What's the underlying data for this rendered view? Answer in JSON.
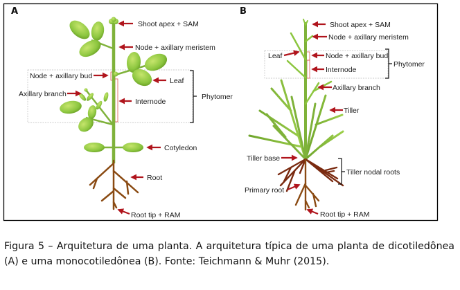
{
  "figure": {
    "panels": [
      {
        "letter": "A",
        "type": "dicot",
        "labels": {
          "shoot_apex": "Shoot apex + SAM",
          "node_meristem": "Node + axillary meristem",
          "node_bud": "Node + axillary bud",
          "leaf": "Leaf",
          "axillary_branch": "Axillary branch",
          "internode": "Internode",
          "phytomer": "Phytomer",
          "cotyledon": "Cotyledon",
          "root": "Root",
          "root_tip": "Root tip + RAM"
        }
      },
      {
        "letter": "B",
        "type": "monocot",
        "labels": {
          "shoot_apex": "Shoot apex + SAM",
          "node_meristem": "Node + axillary meristem",
          "leaf": "Leaf",
          "node_bud": "Node + axillary bud",
          "internode": "Internode",
          "phytomer": "Phytomer",
          "axillary_branch": "Axillary branch",
          "tiller": "Tiller",
          "tiller_base": "Tiller base",
          "tiller_nodal_roots": "Tiller nodal roots",
          "primary_root": "Primary root",
          "root_tip": "Root tip + RAM"
        }
      }
    ],
    "colors": {
      "arrow": "#b0141c",
      "leaf_green": "#8cc63f",
      "stem_green": "#7fb23a",
      "root_brown": "#8a4a12",
      "nodal_root": "#7a2a10",
      "highlight_box": "#d9534f"
    }
  },
  "caption": {
    "text": "Figura 5 – Arquitetura de uma planta. A arquitetura típica de uma planta de dicotiledônea (A) e uma monocotiledônea (B). Fonte: Teichmann & Muhr (2015)."
  }
}
